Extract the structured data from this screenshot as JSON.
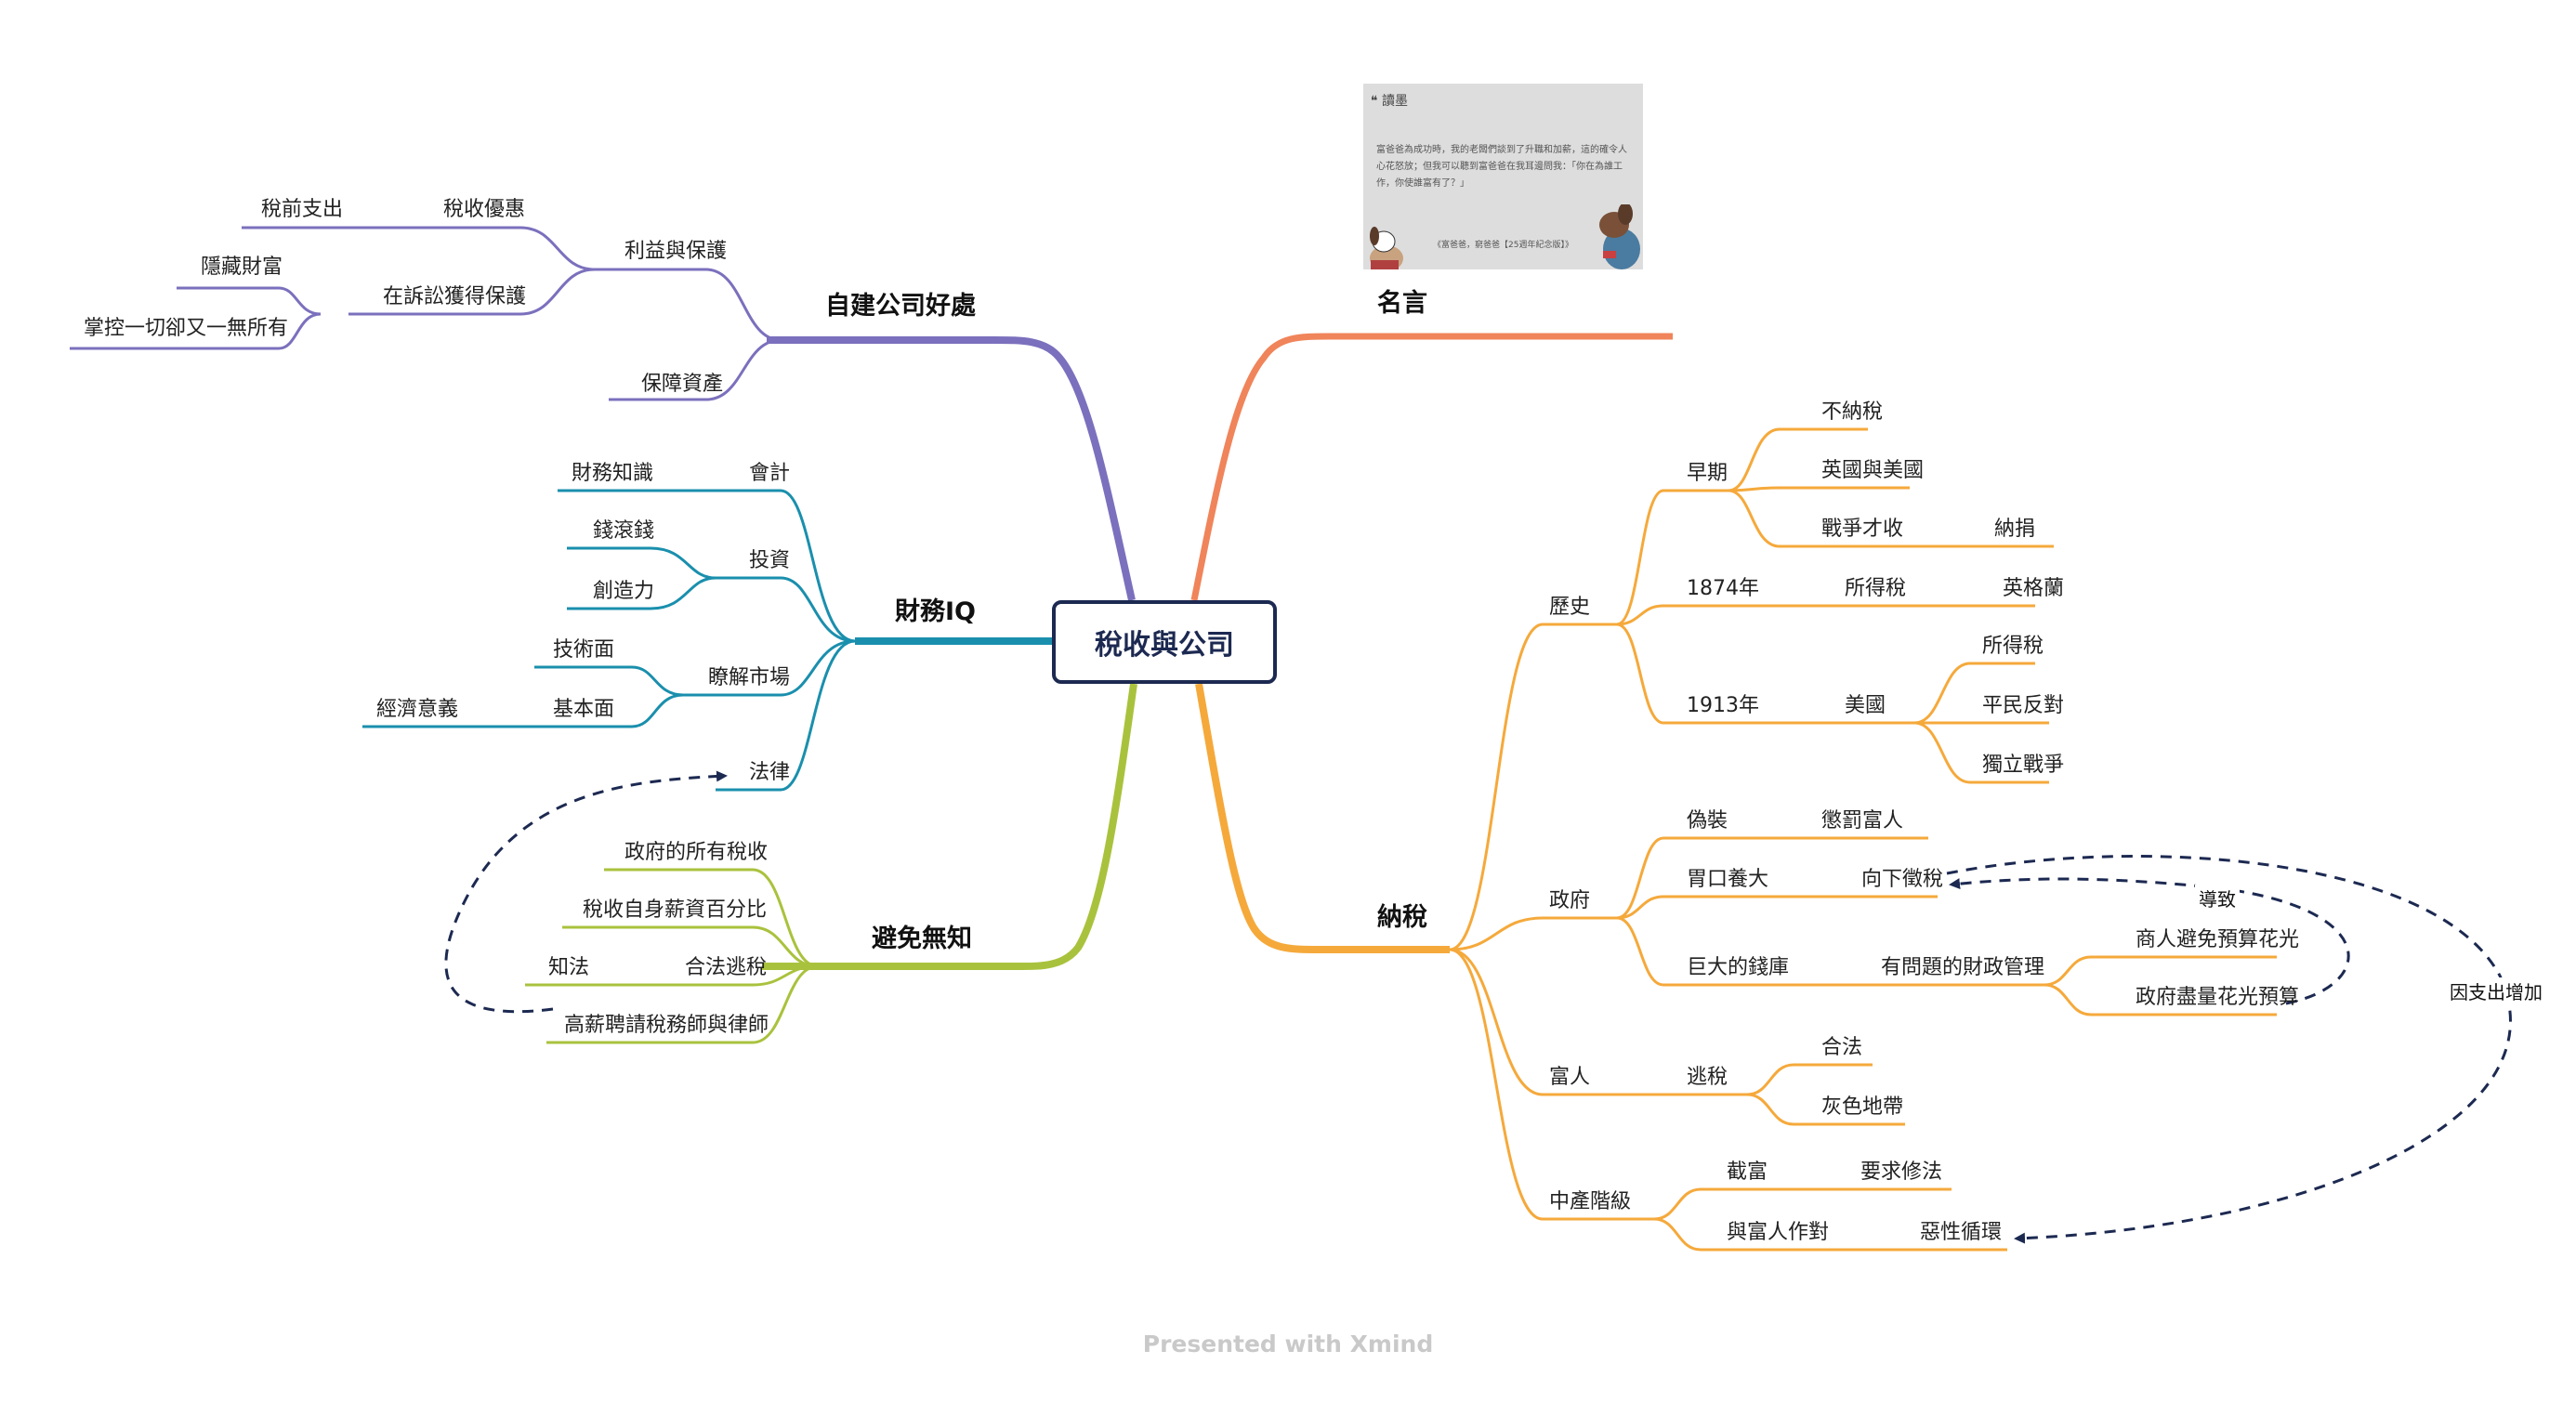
{
  "center": {
    "label": "稅收與公司"
  },
  "branches": {
    "company": {
      "label": "自建公司好處",
      "children": {
        "benefits": {
          "label": "利益與保護",
          "tax_offer": "稅收優惠",
          "pretax": "稅前支出",
          "lawsuit": "在訴訟獲得保護",
          "hidden": "隱藏財富",
          "control": "掌控一切卻又一無所有"
        },
        "assets": "保障資產"
      }
    },
    "iq": {
      "label": "財務IQ",
      "children": {
        "accounting": "會計",
        "knowledge": "財務知識",
        "invest": "投資",
        "money": "錢滾錢",
        "creativity": "創造力",
        "market": "瞭解市場",
        "technical": "技術面",
        "fundamental": "基本面",
        "economic": "經濟意義",
        "law": "法律"
      }
    },
    "ignorance": {
      "label": "避免無知",
      "children": {
        "gov_tax": "政府的所有稅收",
        "pct": "稅收自身薪資百分比",
        "legal_avoid": "合法逃稅",
        "know_law": "知法",
        "hire": "高薪聘請稅務師與律師"
      }
    },
    "quote": {
      "label": "名言",
      "card_title": "讀墨",
      "card_text": "富爸爸為成功時，我的老闆們談到了升職和加薪，這的確令人心花怒放；但我可以聽到富爸爸在我耳邊問我：「你在為誰工作，你使誰富有了？」",
      "card_source": "《富爸爸，窮爸爸【25週年紀念版】》"
    },
    "tax": {
      "label": "納稅",
      "history": {
        "label": "歷史",
        "early": "早期",
        "no_tax": "不納稅",
        "uk_us": "英國與美國",
        "war": "戰爭才收",
        "donate": "納捐",
        "y1874": "1874年",
        "income1": "所得稅",
        "england": "英格蘭",
        "y1913": "1913年",
        "usa": "美國",
        "income2": "所得稅",
        "oppose": "平民反對",
        "independence": "獨立戰爭"
      },
      "government": {
        "label": "政府",
        "disguise": "偽裝",
        "punish": "懲罰富人",
        "appetite": "胃口養大",
        "downward": "向下徵稅",
        "treasury": "巨大的錢庫",
        "mismanage": "有問題的財政管理",
        "merchants": "商人避免預算花光",
        "spend": "政府盡量花光預算"
      },
      "rich": {
        "label": "富人",
        "evade": "逃稅",
        "legal": "合法",
        "grey": "灰色地帶"
      },
      "middle": {
        "label": "中產階級",
        "cut_rich": "截富",
        "amend": "要求修法",
        "against": "與富人作對",
        "vicious": "惡性循環"
      }
    }
  },
  "relations": {
    "lead_to": "導致",
    "more_spending": "因支出增加"
  },
  "colors": {
    "company": "#7b70bd",
    "iq": "#1a8fad",
    "ignorance": "#a9c23d",
    "quote": "#f0845a",
    "tax": "#f5a93b",
    "relation": "#1c2951",
    "center": "#1c2951"
  },
  "footer": "Presented with Xmind"
}
